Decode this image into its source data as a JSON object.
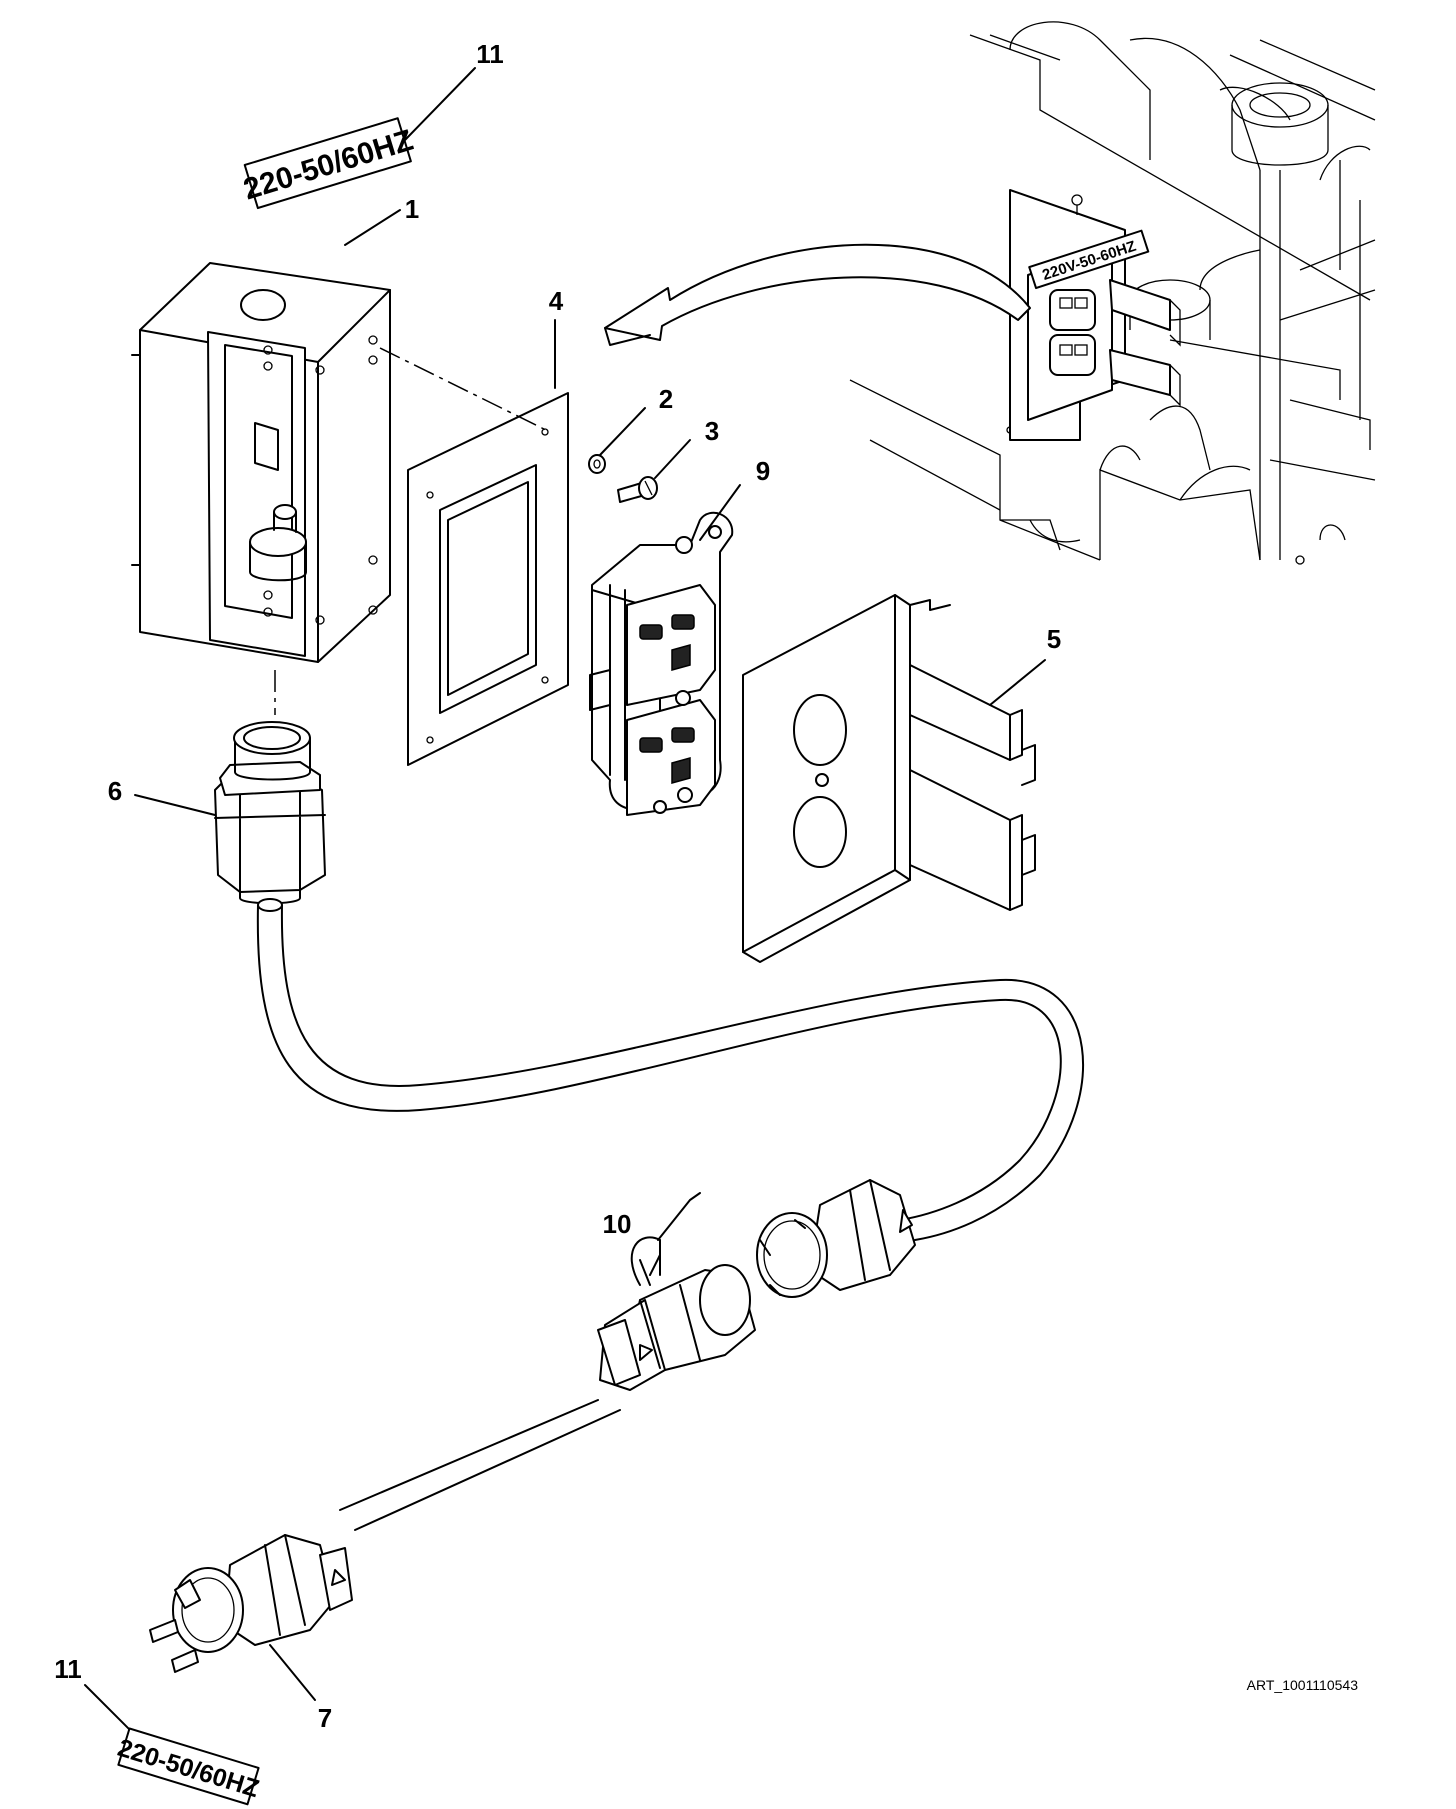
{
  "figure": {
    "callouts": {
      "c1": "1",
      "c2": "2",
      "c3": "3",
      "c4": "4",
      "c5": "5",
      "c6": "6",
      "c7": "7",
      "c9": "9",
      "c10": "10",
      "c11_top": "11",
      "c11_bottom": "11"
    },
    "tags": {
      "voltage_tag_top": "220-50/60HZ",
      "voltage_tag_bottom": "220-50/60HZ",
      "inset_plate_label": "220V-50-60HZ"
    },
    "art_id": "ART_1001110543"
  }
}
